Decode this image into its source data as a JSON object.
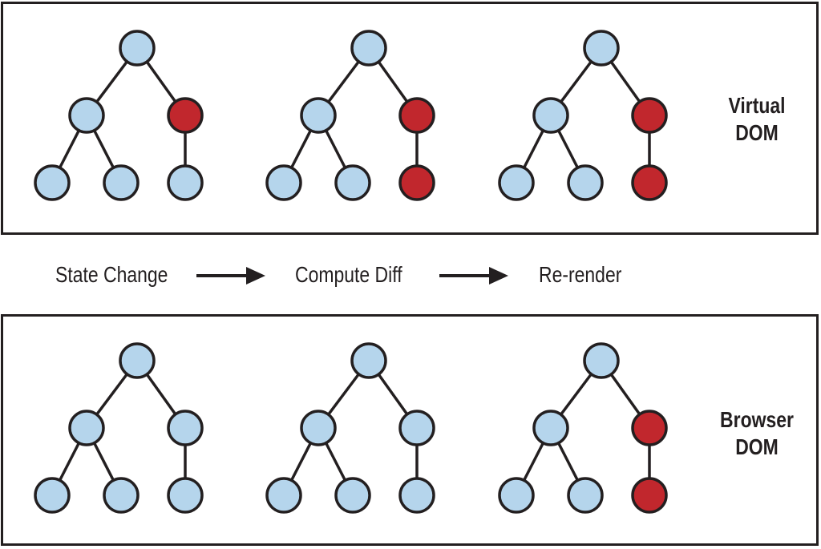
{
  "colors": {
    "node_unchanged": "#b5d5ec",
    "node_changed": "#c1272d",
    "stroke": "#231f20"
  },
  "layers": {
    "virtual": {
      "label_line1": "Virtual",
      "label_line2": "DOM",
      "trees": [
        {
          "changed": [
            false,
            false,
            true,
            false,
            false,
            false
          ]
        },
        {
          "changed": [
            false,
            false,
            true,
            false,
            false,
            true
          ]
        },
        {
          "changed": [
            false,
            false,
            true,
            false,
            false,
            true
          ]
        }
      ]
    },
    "browser": {
      "label_line1": "Browser",
      "label_line2": "DOM",
      "trees": [
        {
          "changed": [
            false,
            false,
            false,
            false,
            false,
            false
          ]
        },
        {
          "changed": [
            false,
            false,
            false,
            false,
            false,
            false
          ]
        },
        {
          "changed": [
            false,
            false,
            true,
            false,
            false,
            true
          ]
        }
      ]
    }
  },
  "steps": [
    {
      "label": "State Change"
    },
    {
      "label": "Compute Diff"
    },
    {
      "label": "Re-render"
    }
  ]
}
